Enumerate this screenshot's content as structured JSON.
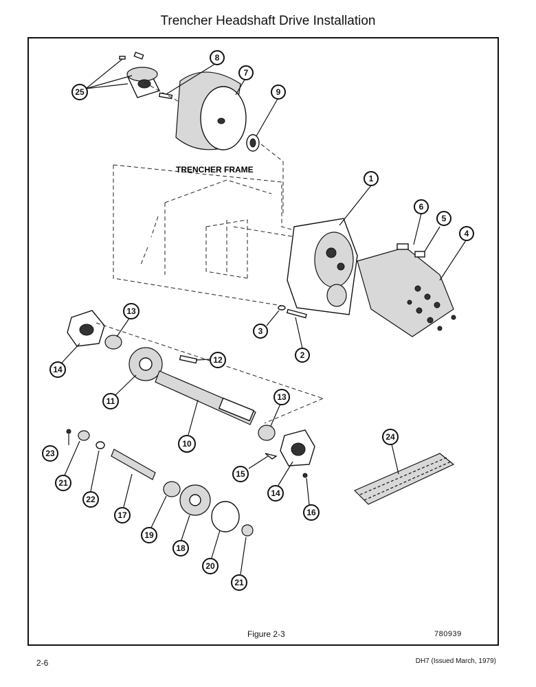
{
  "page": {
    "title": "Trencher Headshaft Drive Installation",
    "figure_caption": "Figure 2-3",
    "figure_number": "780939",
    "page_number": "2-6",
    "issue_note": "DH7 (Issued March, 1979)"
  },
  "diagram": {
    "frame_label": "TRENCHER FRAME",
    "callouts": [
      "1",
      "2",
      "3",
      "4",
      "5",
      "6",
      "7",
      "8",
      "9",
      "10",
      "11",
      "12",
      "13",
      "13",
      "14",
      "14",
      "15",
      "16",
      "17",
      "18",
      "19",
      "20",
      "21",
      "21",
      "22",
      "23",
      "24",
      "25"
    ]
  }
}
